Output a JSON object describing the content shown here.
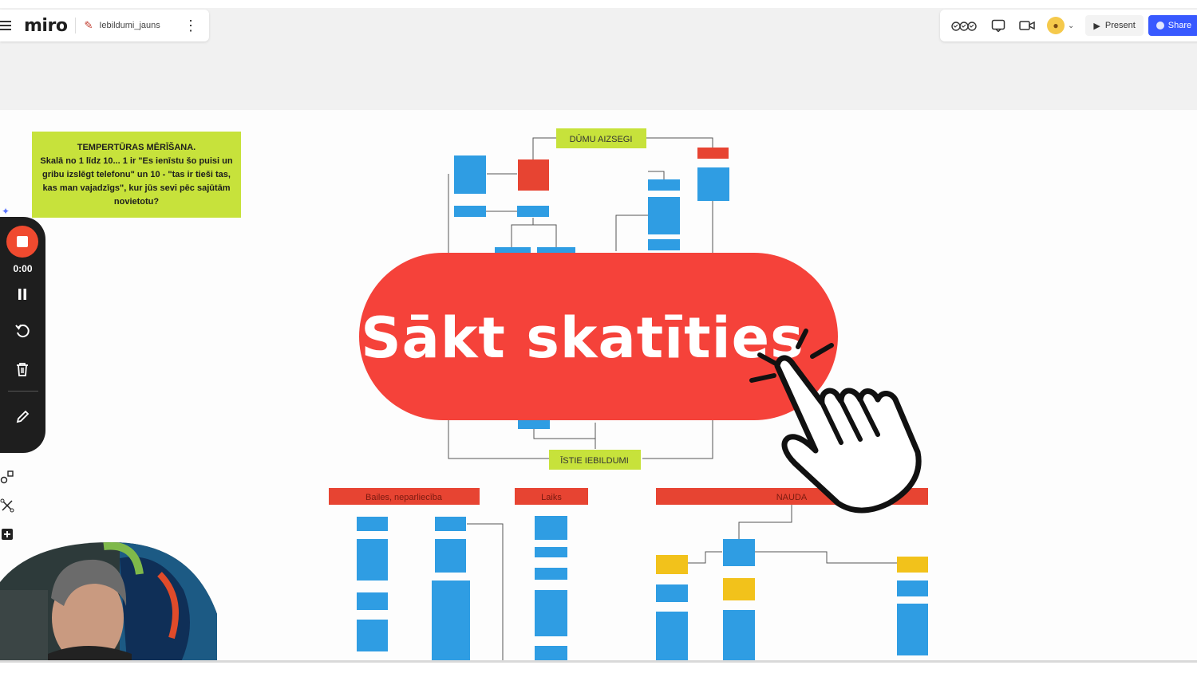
{
  "app": {
    "logo": "miro",
    "board_name": "Iebildumi_jauns",
    "kebab": "⋮"
  },
  "header": {
    "present_label": "Present",
    "share_label": "Share"
  },
  "sticky": {
    "line1": "TEMPERTŪRAS MĒRĪŠANA.",
    "line2": "Skalā no 1 līdz 10... 1 ir \"Es ienīstu šo puisi un gribu izslēgt telefonu\" un 10 - \"tas ir tieši tas, kas man vajadzīgs\", kur jūs sevi pēc sajūtām novietotu?"
  },
  "recorder": {
    "time": "0:00"
  },
  "diagram": {
    "top_label": "DŪMU AIZSEGI",
    "middle_label": "ĪSTIE IEBILDUMI",
    "categories": [
      "Bailes, neparliecība",
      "Laiks",
      "NAUDA"
    ]
  },
  "cta": {
    "label": "Sākt skatīties"
  },
  "colors": {
    "accent": "#f5423a",
    "sticky": "#c7e23b",
    "node_blue": "#2f9de3",
    "node_red": "#e74432",
    "node_yellow": "#f2c21b",
    "share": "#3859ff"
  }
}
